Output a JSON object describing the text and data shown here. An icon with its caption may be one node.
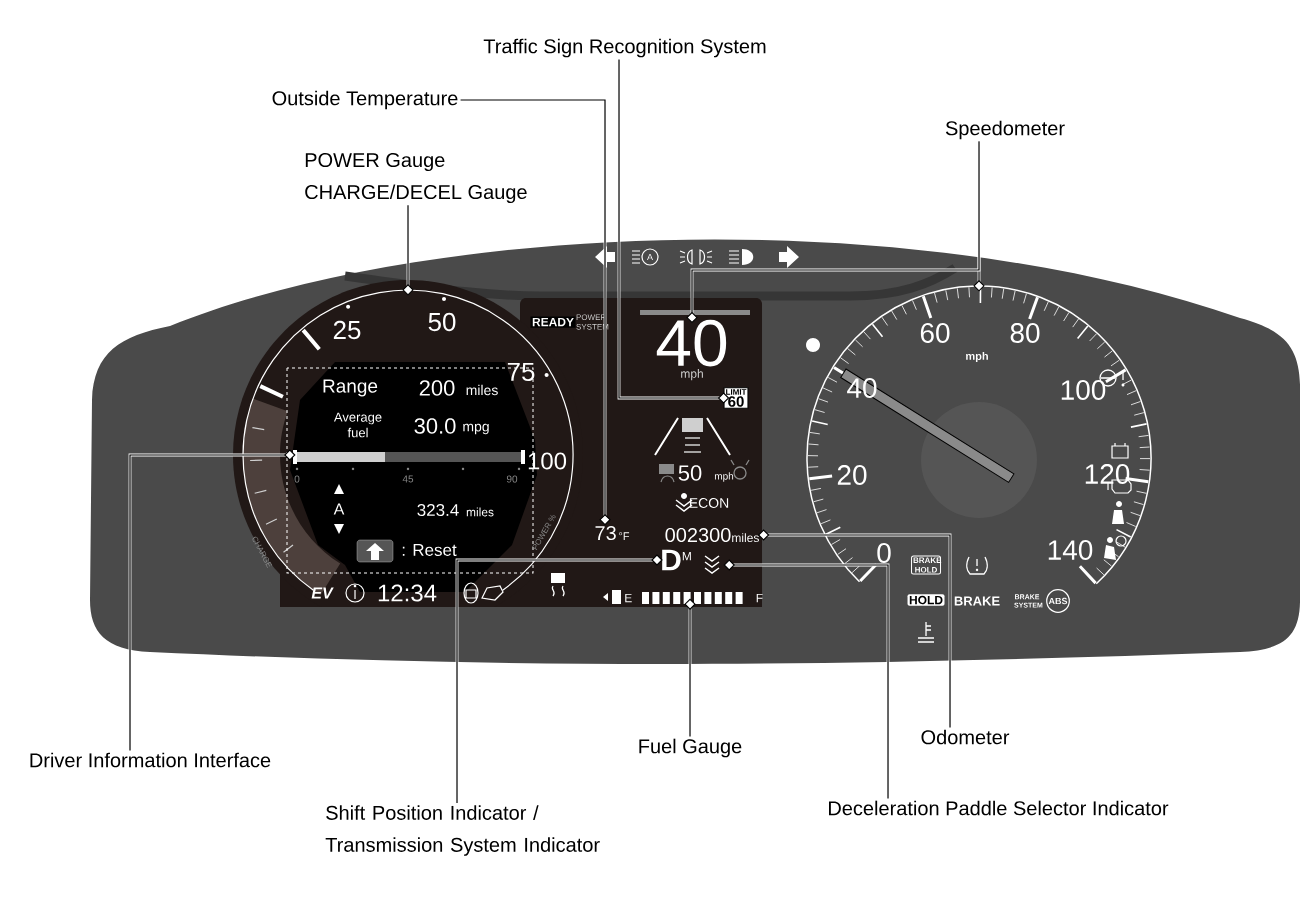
{
  "diagram": {
    "nodes": [
      {
        "text": [
          "Traffic Sign Recognition System"
        ]
      },
      {
        "text": [
          "Outside Temperature"
        ]
      },
      {
        "text": [
          "Speedometer"
        ]
      },
      {
        "text": [
          "POWER Gauge",
          "CHARGE/DECEL Gauge"
        ]
      },
      {
        "text": [
          "Driver Information Interface"
        ]
      },
      {
        "text": [
          "Fuel Gauge"
        ]
      },
      {
        "text": [
          "Odometer"
        ]
      },
      {
        "text": [
          "Shift Position Indicator / Transmission System Indicator"
        ]
      },
      {
        "text": [
          "Deceleration Paddle Selector Indicator"
        ]
      },
      {
        "text": [
          "LIMIT",
          "60"
        ]
      },
      {
        "text": [
          "73",
          "°F"
        ]
      },
      {
        "text": [
          "40",
          "mph"
        ]
      },
      {
        "text": [],
        "shape": "picture"
      },
      {
        "text": [],
        "shape": "box",
        "in": 12
      },
      {
        "text": [
          "002300",
          "miles"
        ]
      },
      {
        "text": [
          "D",
          "M"
        ]
      },
      {
        "text": [],
        "shape": "picture"
      },
      {
        "text": [],
        "shape": "bar",
        "beside": [
          "E",
          "F"
        ]
      },
      {
        "text": [],
        "shape": "picture"
      }
    ],
    "edges": [
      {
        "from": 0,
        "to": 9,
        "arrow": "other"
      },
      {
        "from": 1,
        "to": 10,
        "arrow": "other"
      },
      {
        "from": 2,
        "to": 18,
        "arrow": "other"
      },
      {
        "from": 2,
        "to": 11,
        "arrow": "other"
      },
      {
        "from": 3,
        "to": 12,
        "arrow": "other"
      },
      {
        "from": 4,
        "to": 13,
        "arrow": "other"
      },
      {
        "from": 5,
        "to": 17,
        "arrow": "other"
      },
      {
        "from": 6,
        "to": 14,
        "arrow": "other"
      },
      {
        "from": 7,
        "to": 15,
        "arrow": "other"
      },
      {
        "from": 8,
        "to": 16,
        "arrow": "other"
      }
    ],
    "labels": [
      "A",
      "25",
      "50",
      "READY",
      "POWER SYSTEM",
      "60",
      "80",
      "mph",
      "75",
      "Range",
      "200",
      "miles",
      "40",
      "100",
      "Average fuel",
      "30.0",
      "mpg",
      "100",
      "0",
      "45",
      "90",
      "50",
      "mph",
      "20",
      "120",
      "A",
      "323.4",
      "miles",
      "ECON",
      "CHARGE",
      ": Reset",
      "POWER %",
      "0",
      "140",
      "BRAKE HOLD",
      "EV",
      "12:34",
      "HOLD",
      "BRAKE",
      "BRAKE SYSTEM",
      "ABS"
    ]
  }
}
